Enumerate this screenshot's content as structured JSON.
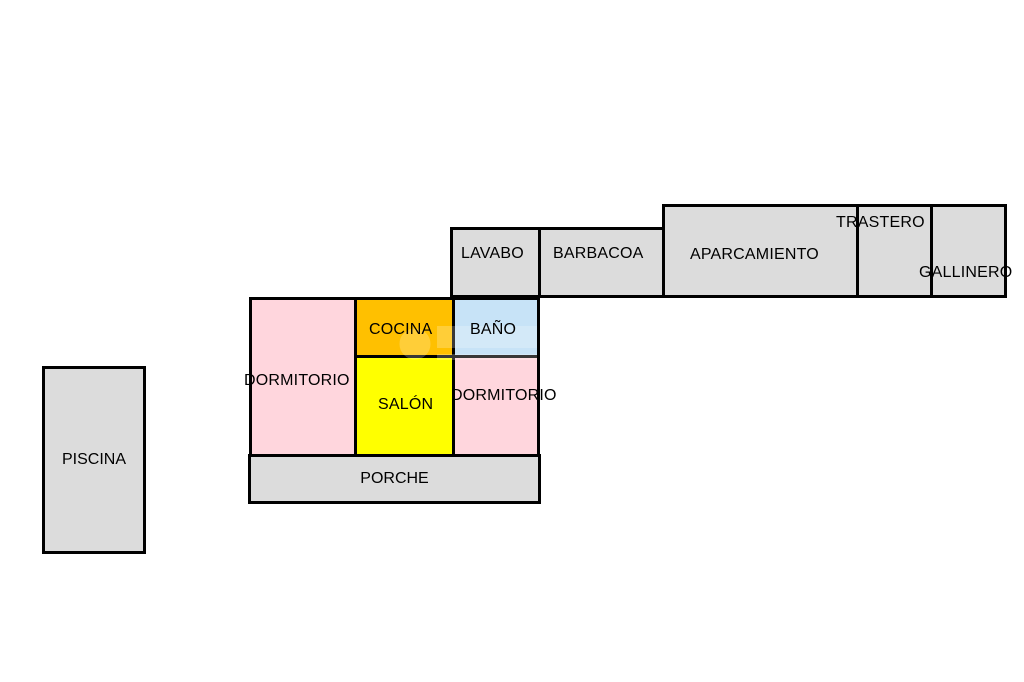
{
  "rooms": {
    "piscina": "PISCINA",
    "dormitorio_left": "DORMITORIO",
    "cocina": "COCINA",
    "salon": "SALÓN",
    "bano": "BAÑO",
    "dormitorio_right": "DORMITORIO",
    "porche": "PORCHE",
    "lavabo": "LAVABO",
    "barbacoa": "BARBACOA",
    "aparcamiento": "APARCAMIENTO",
    "trastero": "TRASTERO",
    "gallinero": "GALLINERO"
  },
  "colors": {
    "gray": "#dcdcdc",
    "pink": "#ffd6dd",
    "orange": "#ffc000",
    "yellow": "#ffff00",
    "blue": "#c7e3f7",
    "wall": "#000000"
  }
}
